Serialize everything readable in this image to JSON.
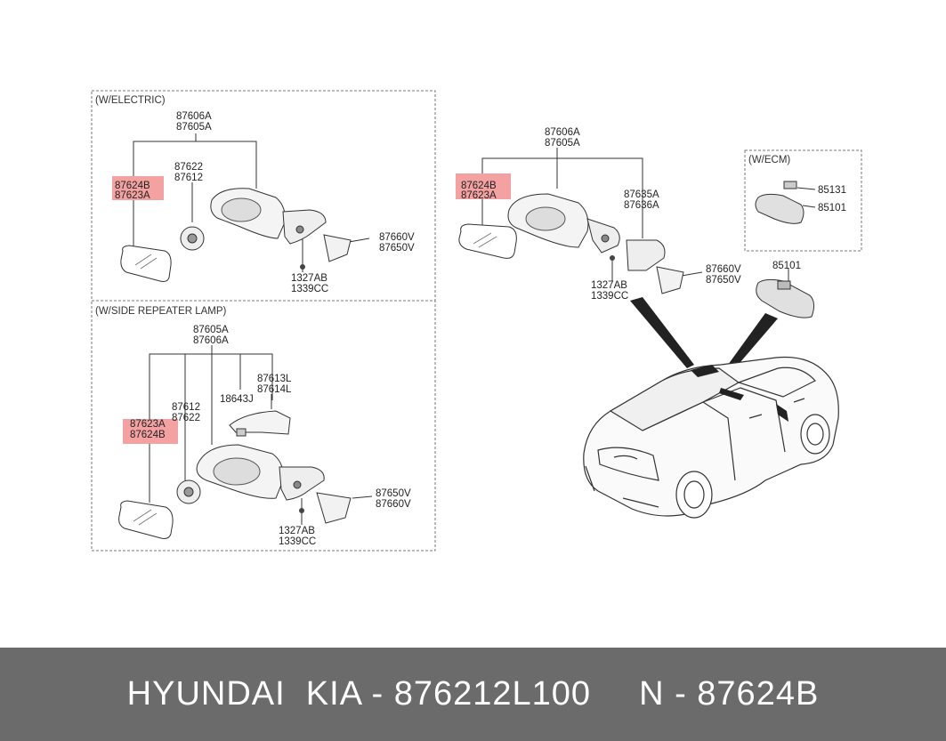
{
  "sections": {
    "electric": "(W/ELECTRIC)",
    "side_repeater": "(W/SIDE REPEATER LAMP)",
    "ecm": "(W/ECM)"
  },
  "labels": {
    "e_87606a": "87606A",
    "e_87605a": "87605A",
    "e_87624b": "87624B",
    "e_87623a": "87623A",
    "e_87622": "87622",
    "e_87612": "87612",
    "e_87660v": "87660V",
    "e_87650v": "87650V",
    "e_1327ab": "1327AB",
    "e_1339cc": "1339CC",
    "s_87605a": "87605A",
    "s_87606a": "87606A",
    "s_87613l": "87613L",
    "s_87614l": "87614L",
    "s_18643j": "18643J",
    "s_87612": "87612",
    "s_87622": "87622",
    "s_87623a": "87623A",
    "s_87624b": "87624B",
    "s_87650v": "87650V",
    "s_87660v": "87660V",
    "s_1327ab": "1327AB",
    "s_1339cc": "1339CC",
    "m_87606a": "87606A",
    "m_87605a": "87605A",
    "m_87624b": "87624B",
    "m_87623a": "87623A",
    "m_87635a": "87635A",
    "m_87636a": "87636A",
    "m_87660v": "87660V",
    "m_87650v": "87650V",
    "m_1327ab": "1327AB",
    "m_1339cc": "1339CC",
    "c_85131": "85131",
    "c_85101": "85101",
    "r_85101": "85101"
  },
  "footer": {
    "left": "HYUNDAI  KIA - 876212L100",
    "right": "N - 87624B"
  },
  "colors": {
    "highlight": "#f08a8a",
    "footer_bg": "#6b6b6b",
    "footer_text": "#ffffff"
  }
}
